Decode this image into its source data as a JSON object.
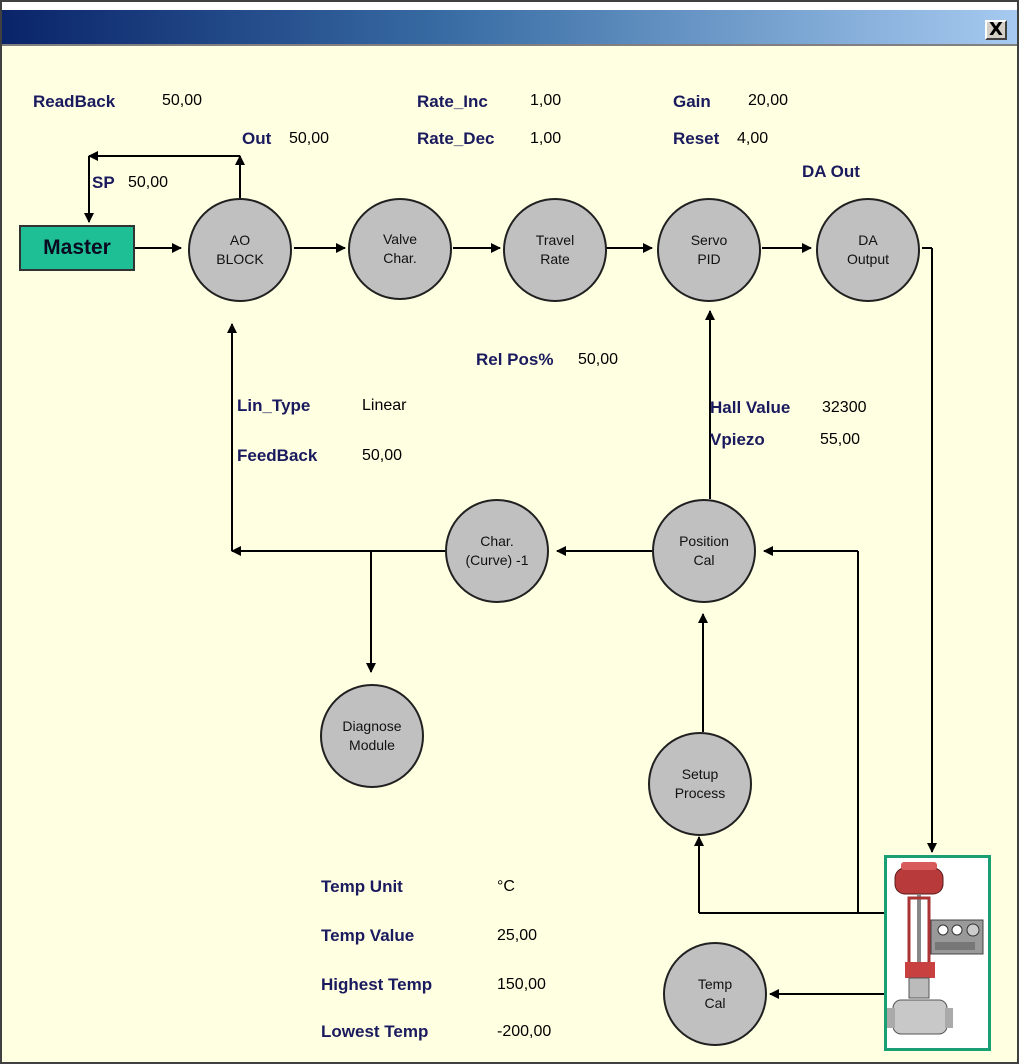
{
  "window": {
    "close_label": "X"
  },
  "params": {
    "readback": {
      "label": "ReadBack",
      "value": "50,00"
    },
    "out": {
      "label": "Out",
      "value": "50,00"
    },
    "sp": {
      "label": "SP",
      "value": "50,00"
    },
    "rate_inc": {
      "label": "Rate_Inc",
      "value": "1,00"
    },
    "rate_dec": {
      "label": "Rate_Dec",
      "value": "1,00"
    },
    "gain": {
      "label": "Gain",
      "value": "20,00"
    },
    "reset": {
      "label": "Reset",
      "value": "4,00"
    },
    "da_out": {
      "label": "DA Out"
    },
    "rel_pos": {
      "label": "Rel Pos%",
      "value": "50,00"
    },
    "lin_type": {
      "label": "Lin_Type",
      "value": "Linear"
    },
    "feedback": {
      "label": "FeedBack",
      "value": "50,00"
    },
    "hall_value": {
      "label": "Hall Value",
      "value": "32300"
    },
    "vpiezo": {
      "label": "Vpiezo",
      "value": "55,00"
    },
    "temp_unit": {
      "label": "Temp Unit",
      "value": "°C"
    },
    "temp_value": {
      "label": "Temp Value",
      "value": "25,00"
    },
    "highest_temp": {
      "label": "Highest Temp",
      "value": "150,00"
    },
    "lowest_temp": {
      "label": "Lowest Temp",
      "value": "-200,00"
    }
  },
  "blocks": {
    "master": "Master",
    "ao_block": "AO\nBLOCK",
    "valve_char": "Valve\nChar.",
    "travel_rate": "Travel\nRate",
    "servo_pid": "Servo\nPID",
    "da_output": "DA\nOutput",
    "char_curve": "Char.\n(Curve) -1",
    "position_cal": "Position\nCal",
    "diagnose_module": "Diagnose\nModule",
    "setup_process": "Setup\nProcess",
    "temp_cal": "Temp\nCal"
  },
  "icons": {
    "valve": "control-valve-icon"
  },
  "colors": {
    "background": "#ffffe1",
    "master": "#1fbf96",
    "node": "#c0c0c0",
    "label": "#1a1a5e",
    "valve_frame": "#1a9f74"
  }
}
